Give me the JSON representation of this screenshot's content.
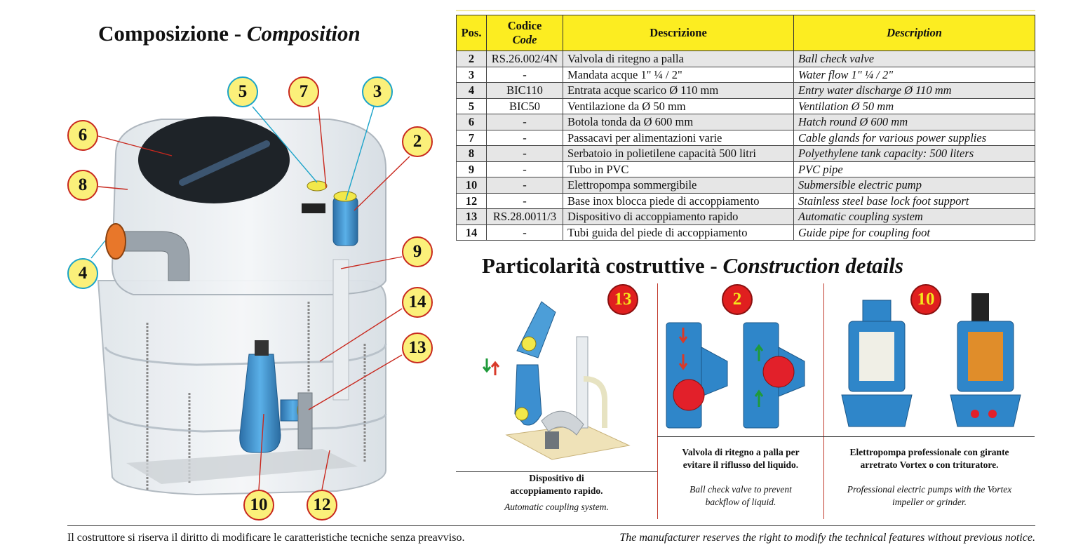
{
  "left_title": {
    "it": "Composizione - ",
    "en": "Composition"
  },
  "table": {
    "headers": {
      "pos": "Pos.",
      "code_it": "Codice",
      "code_en": "Code",
      "desc_it": "Descrizione",
      "desc_en": "Description"
    },
    "rows": [
      {
        "pos": "2",
        "code": "RS.26.002/4N",
        "it": "Valvola di ritegno a palla",
        "en": "Ball check valve"
      },
      {
        "pos": "3",
        "code": "-",
        "it": "Mandata acque 1\" ¼ / 2\"",
        "en": "Water flow 1\" ¼ / 2\""
      },
      {
        "pos": "4",
        "code": "BIC110",
        "it": "Entrata acque scarico  Ø 110 mm",
        "en": "Entry water discharge Ø 110 mm"
      },
      {
        "pos": "5",
        "code": "BIC50",
        "it": "Ventilazione da Ø 50 mm",
        "en": "Ventilation Ø 50 mm"
      },
      {
        "pos": "6",
        "code": "-",
        "it": "Botola tonda da Ø 600 mm",
        "en": "Hatch round Ø 600 mm"
      },
      {
        "pos": "7",
        "code": "-",
        "it": "Passacavi per alimentazioni varie",
        "en": "Cable glands for various power supplies"
      },
      {
        "pos": "8",
        "code": "-",
        "it": "Serbatoio in polietilene capacità 500 litri",
        "en": "Polyethylene tank capacity: 500 liters"
      },
      {
        "pos": "9",
        "code": "-",
        "it": "Tubo in PVC",
        "en": "PVC pipe"
      },
      {
        "pos": "10",
        "code": "-",
        "it": "Elettropompa sommergibile",
        "en": "Submersible electric pump"
      },
      {
        "pos": "12",
        "code": "-",
        "it": "Base inox blocca piede di accoppiamento",
        "en": "Stainless steel base lock foot support"
      },
      {
        "pos": "13",
        "code": "RS.28.0011/3",
        "it": "Dispositivo di accoppiamento rapido",
        "en": "Automatic coupling system"
      },
      {
        "pos": "14",
        "code": "-",
        "it": "Tubi guida del piede di accoppiamento",
        "en": "Guide pipe for coupling foot"
      }
    ]
  },
  "details_title": {
    "it": "Particolarità costruttive - ",
    "en": "Construction details"
  },
  "callouts": {
    "c5": "5",
    "c7": "7",
    "c3": "3",
    "c6": "6",
    "c2": "2",
    "c8": "8",
    "c4": "4",
    "c9": "9",
    "c14": "14",
    "c13": "13",
    "c10": "10",
    "c12": "12"
  },
  "details": [
    {
      "badge": "13",
      "caption_it_1": "Dispositivo di",
      "caption_it_2": "accoppiamento rapido.",
      "caption_en": "Automatic coupling system."
    },
    {
      "badge": "2",
      "caption_it_1": "Valvola di ritegno a palla per",
      "caption_it_2": "evitare il riflusso del liquido.",
      "caption_en_1": "Ball check valve to prevent",
      "caption_en_2": "backflow of liquid."
    },
    {
      "badge": "10",
      "caption_it_1": "Elettropompa professionale con girante",
      "caption_it_2": "arretrato Vortex o con trituratore.",
      "caption_en_1": "Professional electric pumps with the Vortex",
      "caption_en_2": "impeller or grinder."
    }
  ],
  "footer": {
    "it": "Il costruttore si riserva il diritto di modificare le caratteristiche tecniche senza preavviso.",
    "en": "The manufacturer reserves the right to modify the technical features without previous notice."
  },
  "colors": {
    "header_yellow": "#fced21",
    "callout_fill": "#fbf07a",
    "callout_red": "#c8281e",
    "callout_cyan": "#1aa3c9",
    "pump_blue": "#3c8fd0",
    "badge_red": "#e01f1f"
  }
}
